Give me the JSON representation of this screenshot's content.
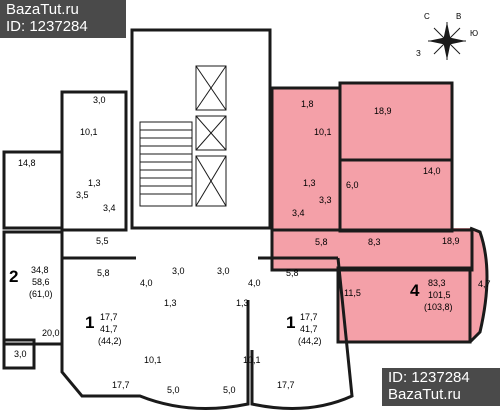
{
  "watermarks": [
    {
      "site": "BazaTut.ru",
      "id": "ID: 1237284"
    },
    {
      "id": "ID: 1237284",
      "site": "BazaTut.ru"
    }
  ],
  "compass": {
    "north": "С",
    "east": "В",
    "south": "Ю",
    "west": "З"
  },
  "rooms": {
    "r1": "3,0",
    "r2": "10,1",
    "r3": "14,8",
    "r4": "1,3",
    "r5": "3,5",
    "r6": "3,4",
    "r7": "5,5",
    "r8": "5,8",
    "r9": "4,0",
    "r10": "3,0",
    "r11": "3,0",
    "r12": "4,0",
    "r13": "5,8",
    "r14": "1,8",
    "r15": "10,1",
    "r16": "18,9",
    "r17": "6,0",
    "r18": "14,0",
    "r19": "1,3",
    "r20": "3,3",
    "r21": "3,4",
    "r22": "5,8",
    "r23": "8,3",
    "r24": "18,9",
    "r25": "4,7",
    "r26": "11,5",
    "r27": "20,0",
    "r28": "3,0",
    "r29": "1,3",
    "r30": "1,3",
    "r31": "10,1",
    "r32": "10,1",
    "r33": "17,7",
    "r34": "17,7",
    "r35": "5,0",
    "r36": "5,0"
  },
  "apartments": [
    {
      "rooms": "2",
      "living": "34,8",
      "total": "58,6",
      "with_balcony": "(61,0)"
    },
    {
      "rooms": "1",
      "living": "17,7",
      "total": "41,7",
      "with_balcony": "(44,2)"
    },
    {
      "rooms": "1",
      "living": "17,7",
      "total": "41,7",
      "with_balcony": "(44,2)"
    },
    {
      "rooms": "4",
      "living": "83,3",
      "total": "101,5",
      "with_balcony": "(103,8)"
    }
  ],
  "colors": {
    "highlight": "#f4a0a8",
    "walls": "#1a1a1a",
    "watermark_bg": "#4a4a4a"
  }
}
